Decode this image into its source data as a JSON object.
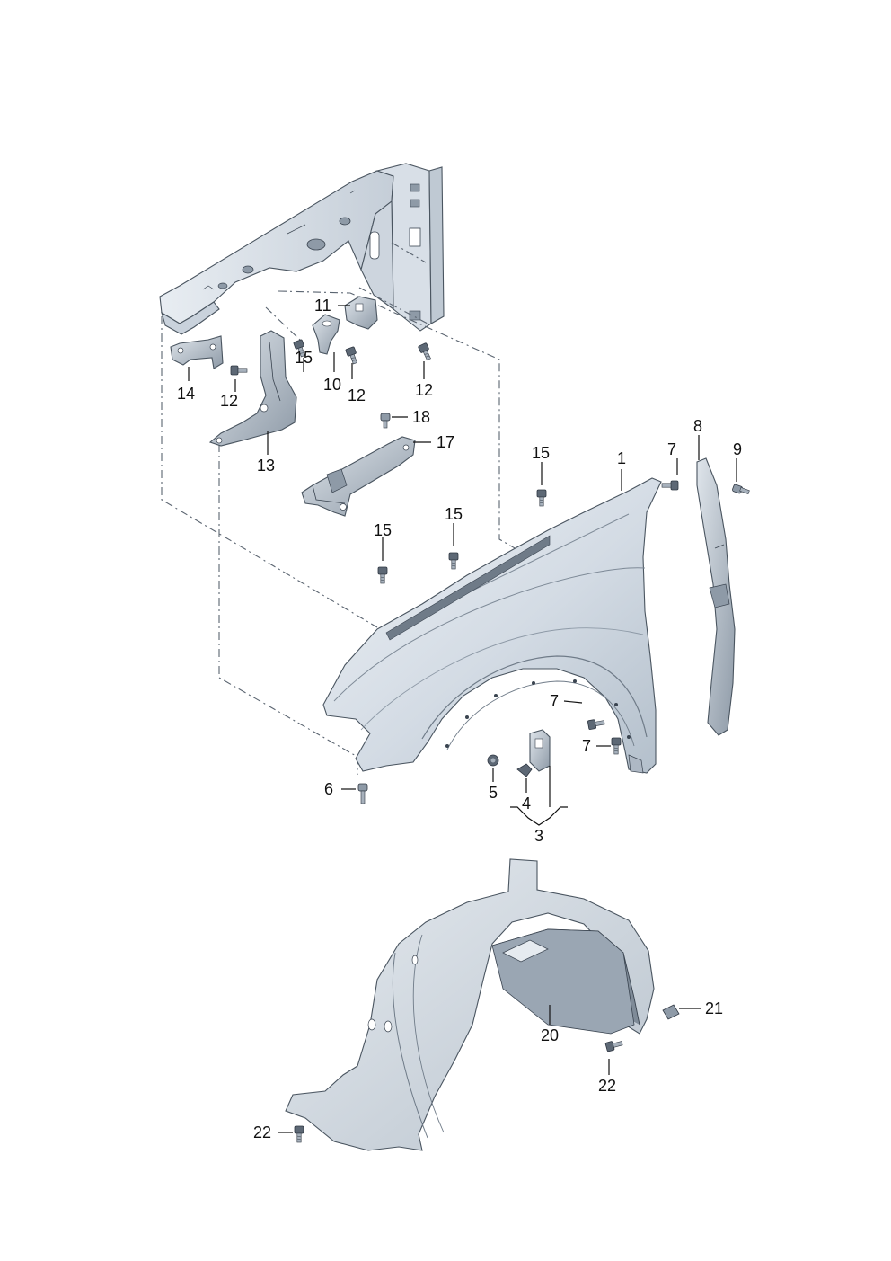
{
  "diagram": {
    "type": "exploded-parts-diagram",
    "colors": {
      "part_fill": "#dde3ea",
      "part_shade": "#aeb8c4",
      "part_dark": "#6f7b88",
      "line": "#111111",
      "dashed": "#5a6470"
    },
    "callouts": {
      "c1": "1",
      "c3": "3",
      "c4": "4",
      "c5": "5",
      "c6": "6",
      "c7a": "7",
      "c7b": "7",
      "c7c": "7",
      "c8": "8",
      "c9": "9",
      "c10": "10",
      "c11": "11",
      "c12a": "12",
      "c12b": "12",
      "c12c": "12",
      "c13": "13",
      "c14": "14",
      "c15a": "15",
      "c15b": "15",
      "c15c": "15",
      "c15d": "15",
      "c17": "17",
      "c18": "18",
      "c20": "20",
      "c21": "21",
      "c22a": "22",
      "c22b": "22"
    }
  }
}
